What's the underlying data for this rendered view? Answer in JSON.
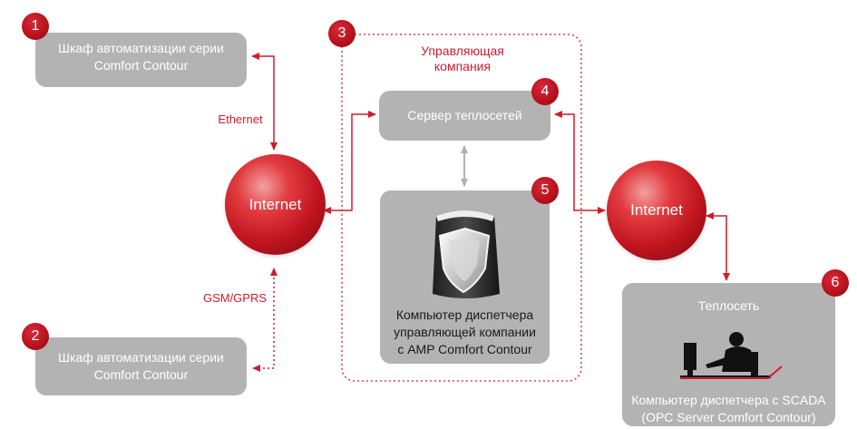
{
  "colors": {
    "accent": "#d01c2c",
    "box": "#b3b3b4",
    "box_text": "#ffffff",
    "grey_link": "#b0b0b0"
  },
  "nodes": {
    "cabinet1": {
      "number": "1",
      "label": "Шкаф автоматизации серии\nComfort Contour"
    },
    "cabinet2": {
      "number": "2",
      "label": "Шкаф автоматизации серии\nComfort Contour"
    },
    "company_group": {
      "number": "3",
      "label": "Управляющая\nкомпания"
    },
    "server": {
      "number": "4",
      "label": "Сервер теплосетей"
    },
    "dispatcher_company": {
      "number": "5",
      "label": "Компьютер диспетчера\nуправляющей компании\nс AMP Comfort Contour",
      "icon": "server-shield-icon"
    },
    "heat_network": {
      "number": "6",
      "title": "Теплосеть",
      "label": "Компьютер диспетчера с SCADA\n(OPC Server Comfort Contour)",
      "icon": "operator-workstation-icon"
    },
    "internet_left": {
      "label": "Internet"
    },
    "internet_right": {
      "label": "Internet"
    }
  },
  "links": {
    "ethernet": "Ethernet",
    "gsm": "GSM/GPRS"
  }
}
